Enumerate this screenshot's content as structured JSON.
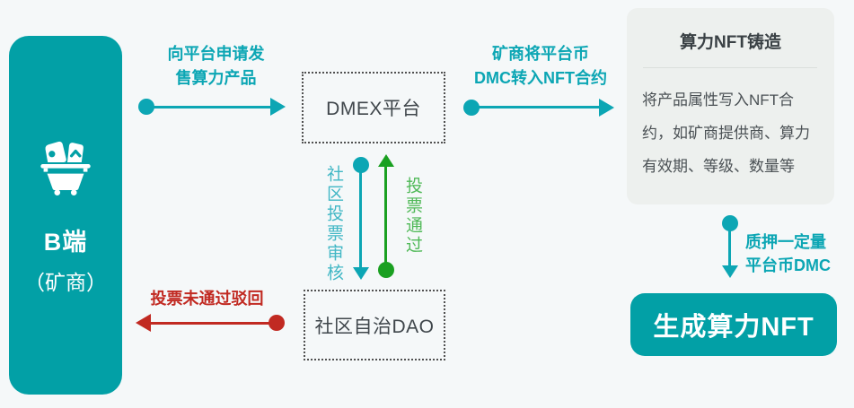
{
  "palette": {
    "page_bg": "#f5f8f9",
    "node_teal": "#02a0a6",
    "arrow_teal": "#0ca6b4",
    "cyan_label": "#41b7c5",
    "green_arrow": "#1aa021",
    "green_label": "#50b958",
    "red_arrow": "#c12a22",
    "card_bg": "#edf0ee",
    "dotted_border": "#505050",
    "dark_text": "#3f464b",
    "body_text": "#4b5155",
    "white": "#ffffff"
  },
  "nodes": {
    "miner": {
      "line1": "B端",
      "line2": "（矿商）",
      "icon": "mine-cart-icon"
    },
    "dmex": {
      "label": "DMEX平台"
    },
    "dao": {
      "label": "社区自治DAO"
    },
    "mint_card": {
      "title": "算力NFT铸造",
      "body_lines": [
        "将产品属性写入NFT合",
        "约，如矿商提供商、算力",
        "有效期、等级、数量等"
      ]
    },
    "result": {
      "label": "生成算力NFT"
    }
  },
  "edges": {
    "apply": {
      "line1": "向平台申请发",
      "line2": "售算力产品",
      "direction": "right"
    },
    "transfer": {
      "line1": "矿商将平台币",
      "line2": "DMC转入NFT合约",
      "direction": "right"
    },
    "vote_review": {
      "label": "社区投票审核",
      "direction": "down"
    },
    "vote_pass": {
      "label": "投票通过",
      "direction": "up"
    },
    "reject": {
      "label": "投票未通过驳回",
      "direction": "left"
    },
    "pledge": {
      "line1": "质押一定量",
      "line2": "平台币DMC",
      "direction": "down"
    }
  }
}
